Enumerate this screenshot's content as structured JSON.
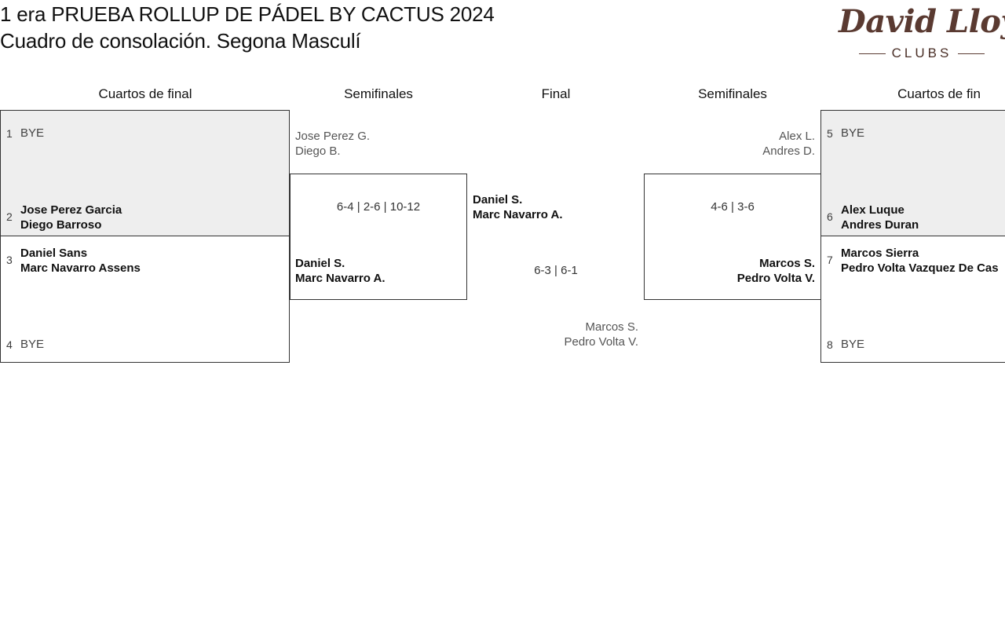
{
  "header": {
    "title_line_1": "1 era PRUEBA ROLLUP DE PÁDEL BY CACTUS 2024",
    "title_line_2": "Cuadro de consolación. Segona Masculí",
    "logo": {
      "script_text": "David Lloyd",
      "clubs_text": "CLUBS",
      "color": "#5a3a31"
    }
  },
  "colors": {
    "shade": "#eeeeee",
    "border": "#333333",
    "winner_text": "#111111",
    "loser_text": "#555555",
    "seed_text": "#3c3c3c"
  },
  "rounds": {
    "qf_left": "Cuartos de final",
    "sf_left": "Semifinales",
    "final": "Final",
    "sf_right": "Semifinales",
    "qf_right": "Cuartos de fin"
  },
  "bracket": {
    "quarterfinals_left": [
      {
        "seed": "1",
        "bye": "BYE",
        "is_bye": true,
        "line1": "",
        "line2": "",
        "status": "bye"
      },
      {
        "seed": "2",
        "bye": "",
        "is_bye": false,
        "line1": "Jose Perez Garcia",
        "line2": "Diego Barroso",
        "status": "winner"
      },
      {
        "seed": "3",
        "bye": "",
        "is_bye": false,
        "line1": "Daniel Sans",
        "line2": "Marc Navarro Assens",
        "status": "winner"
      },
      {
        "seed": "4",
        "bye": "BYE",
        "is_bye": true,
        "line1": "",
        "line2": "",
        "status": "bye"
      }
    ],
    "semifinal_left": {
      "top": {
        "line1": "Jose Perez G.",
        "line2": "Diego B.",
        "status": "loser"
      },
      "bottom": {
        "line1": "Daniel S.",
        "line2": "Marc Navarro A.",
        "status": "winner"
      },
      "score": "6-4 | 2-6 | 10-12"
    },
    "final": {
      "top": {
        "line1": "Daniel S.",
        "line2": "Marc Navarro A.",
        "status": "winner"
      },
      "bottom": {
        "line1": "Marcos S.",
        "line2": "Pedro Volta V.",
        "status": "loser"
      },
      "score": "6-3 | 6-1"
    },
    "semifinal_right": {
      "top": {
        "line1": "Alex L.",
        "line2": "Andres D.",
        "status": "loser"
      },
      "bottom": {
        "line1": "Marcos S.",
        "line2": "Pedro Volta V.",
        "status": "winner"
      },
      "score": "4-6 | 3-6"
    },
    "quarterfinals_right": [
      {
        "seed": "5",
        "bye": "BYE",
        "is_bye": true,
        "line1": "",
        "line2": "",
        "status": "bye"
      },
      {
        "seed": "6",
        "bye": "",
        "is_bye": false,
        "line1": "Alex Luque",
        "line2": "Andres Duran",
        "status": "winner"
      },
      {
        "seed": "7",
        "bye": "",
        "is_bye": false,
        "line1": "Marcos Sierra",
        "line2": "Pedro Volta Vazquez De Cas",
        "status": "winner"
      },
      {
        "seed": "8",
        "bye": "BYE",
        "is_bye": true,
        "line1": "",
        "line2": "",
        "status": "bye"
      }
    ]
  }
}
